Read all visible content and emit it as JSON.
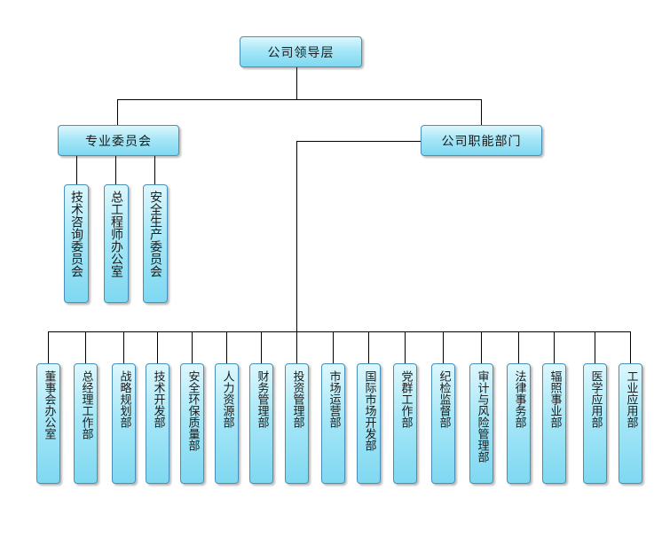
{
  "root": {
    "label": "公司领导层"
  },
  "branches": [
    {
      "label": "专业委员会",
      "children": [
        "技术咨询委员会",
        "总工程师办公室",
        "安全生产委员会"
      ]
    },
    {
      "label": "公司职能部门",
      "children": [
        "董事会办公室",
        "总经理工作部",
        "战略规划部",
        "技术开发部",
        "安全环保质量部",
        "人力资源部",
        "财务管理部",
        "投资管理部",
        "市场运营部",
        "国际市场开发部",
        "党群工作部",
        "纪检监督部",
        "审计与风险管理部",
        "法律事务部",
        "辐照事业部",
        "医学应用部",
        "工业应用部"
      ]
    }
  ],
  "colors": {
    "node_fill_top": "#ddf7fd",
    "node_fill_bottom": "#7fd8f1",
    "node_border": "#4a8fb8",
    "connector": "#000000"
  }
}
